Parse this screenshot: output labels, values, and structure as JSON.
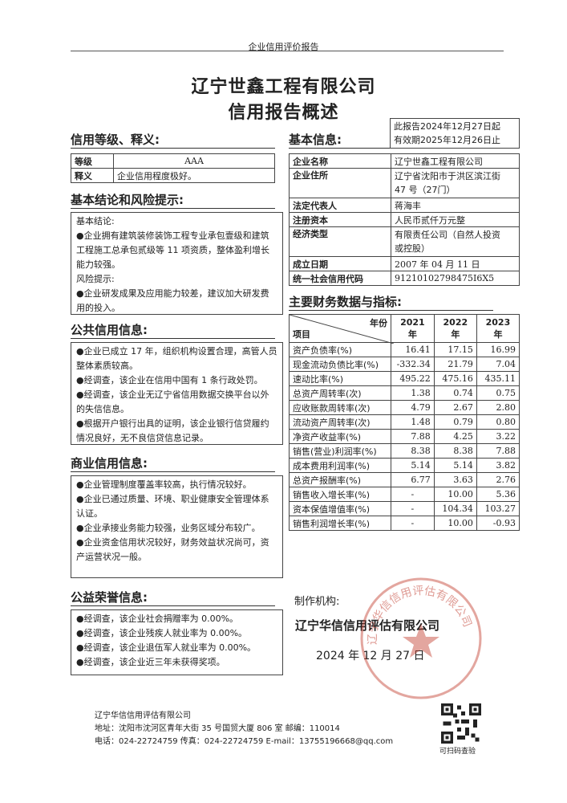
{
  "header": {
    "label": "企业信用评价报告"
  },
  "title": {
    "company": "辽宁世鑫工程有限公司",
    "subtitle": "信用报告概述"
  },
  "validity": {
    "line1": "此报告2024年12月27日起",
    "line2": "有效期2025年12月26日止"
  },
  "credit_rating": {
    "heading": "信用等级、释义:",
    "rows": [
      {
        "label": "等级",
        "value": "AAA"
      },
      {
        "label": "释义",
        "value": "企业信用程度极好。"
      }
    ]
  },
  "conclusion": {
    "heading": "基本结论和风险提示:",
    "basic_label": "基本结论:",
    "basic_text": "●企业拥有建筑装修装饰工程专业承包壹级和建筑工程施工总承包贰级等 11 项资质，整体盈利增长能力较强。",
    "risk_label": "风险提示:",
    "risk_text": "●企业研发成果及应用能力较差，建议加大研发费用的投入。"
  },
  "public_credit": {
    "heading": "公共信用信息:",
    "items": [
      "●企业已成立 17 年，组织机构设置合理，高管人员整体素质较高。",
      "●经调查，该企业在信用中国有 1 条行政处罚。",
      "●经调查，该企业无辽宁省信用数据交换平台以外的失信信息。",
      "●根据开户银行出具的证明，该企业银行信贷履约情况良好，无不良信贷信息记录。"
    ]
  },
  "business_credit": {
    "heading": "商业信用信息:",
    "items": [
      "●企业管理制度覆盖率较高，执行情况较好。",
      "●企业已通过质量、环境、职业健康安全管理体系认证。",
      "●企业承接业务能力较强，业务区域分布较广。",
      "●企业资金信用状况较好，财务效益状况尚可，资产运营状况一般。"
    ]
  },
  "public_welfare": {
    "heading": "公益荣誉信息:",
    "items": [
      "●经调查，该企业社会捐赠率为 0.00%。",
      "●经调查，该企业残疾人就业率为 0.00%。",
      "●经调查，该企业退伍军人就业率为 0.00%。",
      "●经调查，该企业近三年未获得奖项。"
    ]
  },
  "basic_info": {
    "heading": "基本信息:",
    "rows": [
      {
        "label": "企业名称",
        "value": "辽宁世鑫工程有限公司"
      },
      {
        "label": "企业住所",
        "value": "辽宁省沈阳市于洪区滨江街",
        "value2": "47 号（27门）"
      },
      {
        "label": "法定代表人",
        "value": "蒋海丰"
      },
      {
        "label": "注册资本",
        "value": "人民币贰仟万元整"
      },
      {
        "label": "经济类型",
        "value": "有限责任公司（自然人投资",
        "value2": "或控股）"
      },
      {
        "label": "成立日期",
        "value": "2007 年 04 月 11 日"
      },
      {
        "label": "统一社会信用代码",
        "value": "91210102798475I6X5"
      }
    ]
  },
  "financial": {
    "heading": "主要财务数据与指标:",
    "corner_year": "年份",
    "corner_item": "项目",
    "years": [
      "2021 年",
      "2022 年",
      "2023 年"
    ],
    "rows": [
      {
        "name": "资产负债率(%)",
        "values": [
          "16.41",
          "17.15",
          "16.99"
        ]
      },
      {
        "name": "现金流动负债比率(%)",
        "values": [
          "-332.34",
          "21.79",
          "7.04"
        ]
      },
      {
        "name": "速动比率(%)",
        "values": [
          "495.22",
          "475.16",
          "435.11"
        ]
      },
      {
        "name": "总资产周转率(次)",
        "values": [
          "1.38",
          "0.74",
          "0.75"
        ]
      },
      {
        "name": "应收账款周转率(次)",
        "values": [
          "4.79",
          "2.67",
          "2.80"
        ]
      },
      {
        "name": "流动资产周转率(次)",
        "values": [
          "1.48",
          "0.79",
          "0.80"
        ]
      },
      {
        "name": "净资产收益率(%)",
        "values": [
          "7.88",
          "4.25",
          "3.22"
        ]
      },
      {
        "name": "销售(营业)利润率(%)",
        "values": [
          "8.38",
          "8.38",
          "7.88"
        ]
      },
      {
        "name": "成本费用利润率(%)",
        "values": [
          "5.14",
          "5.14",
          "3.82"
        ]
      },
      {
        "name": "总资产报酬率(%)",
        "values": [
          "6.77",
          "3.63",
          "2.76"
        ]
      },
      {
        "name": "销售收入增长率(%)",
        "values": [
          "-",
          "10.00",
          "5.36"
        ]
      },
      {
        "name": "资本保值增值率(%)",
        "values": [
          "-",
          "104.34",
          "103.27"
        ]
      },
      {
        "name": "销售利润增长率(%)",
        "values": [
          "-",
          "10.00",
          "-0.93"
        ]
      }
    ]
  },
  "issuer": {
    "label": "制作机构:",
    "name": "辽宁华信信用评估有限公司",
    "date": "2024 年 12 月 27 日",
    "stamp_text": "辽宁华信信用评估有限公司"
  },
  "footer": {
    "company": "辽宁华信信用评估有限公司",
    "address": "地址：沈阳市沈河区青年大街 35 号国贸大厦 806 室   邮编：110014",
    "contact": "电话：024-22724759 传真：024-22724759 E-mail：13755196668@qq.com",
    "qr_caption": "可扫码查验"
  },
  "colors": {
    "stamp": "#c0392b",
    "text": "#222222"
  }
}
